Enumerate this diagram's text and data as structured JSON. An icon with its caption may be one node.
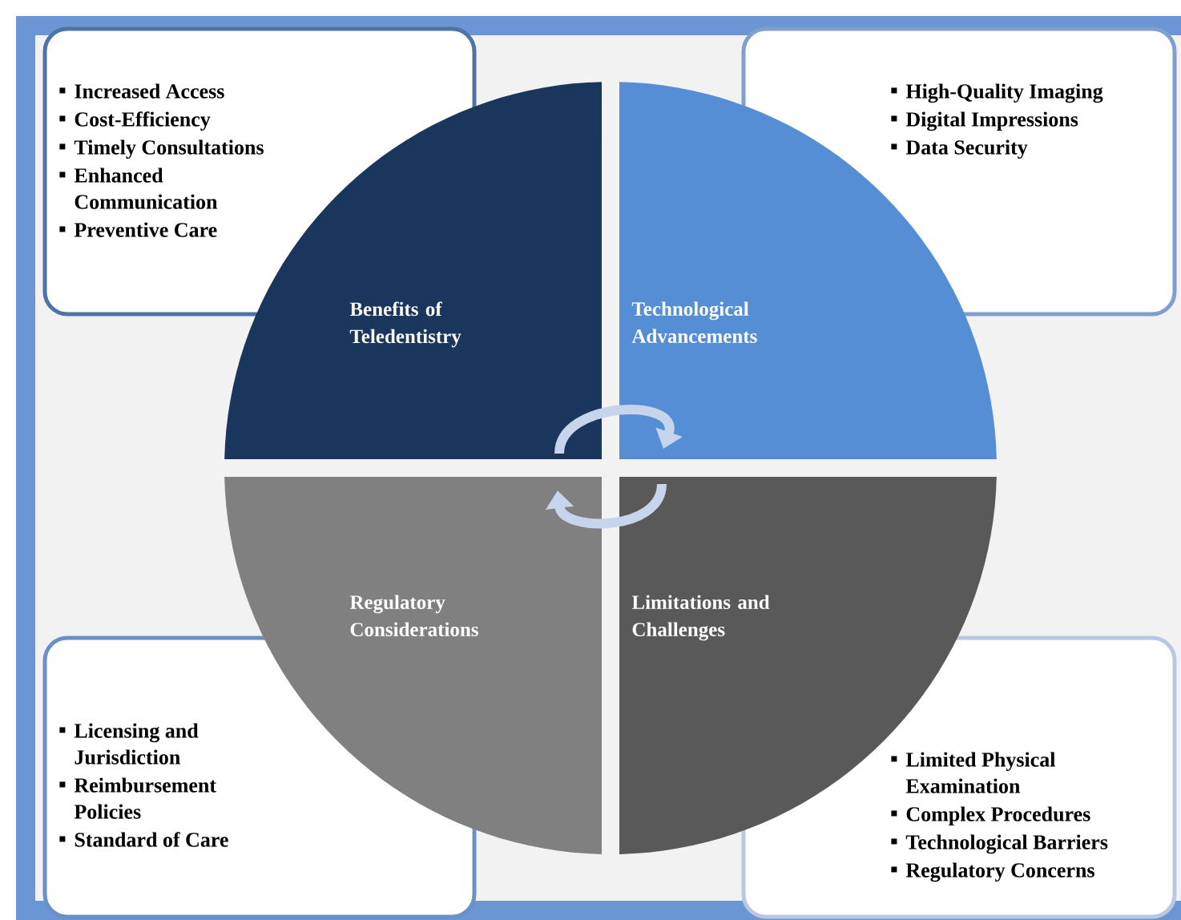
{
  "diagram": {
    "nodes": [
      {
        "text": [
          "Increased Access",
          "Cost-Efficiency",
          "Timely Consultations",
          "Enhanced Communication",
          "Preventive  Care"
        ]
      },
      {
        "text": [
          "High-Quality Imaging",
          "Digital Impressions",
          "Data Security"
        ]
      },
      {
        "text": [
          "Benefits of Teledentistry"
        ]
      },
      {
        "text": [
          "Technological Advancements"
        ]
      },
      {
        "text": [
          "Regulatory Considerations"
        ]
      },
      {
        "text": [
          "Limitations and Challenges"
        ]
      },
      {
        "text": [
          "Licensing and Jurisdiction",
          "Reimbursement Policies",
          "Standard of Care"
        ]
      },
      {
        "text": [
          "Limited Physical Examination",
          "Complex Procedures",
          "Technological Barriers",
          "Regulatory Concerns"
        ]
      }
    ],
    "edges": [
      {
        "from": 2,
        "to": 3,
        "arrow": "to"
      },
      {
        "from": 5,
        "to": 4,
        "arrow": "to"
      }
    ]
  }
}
